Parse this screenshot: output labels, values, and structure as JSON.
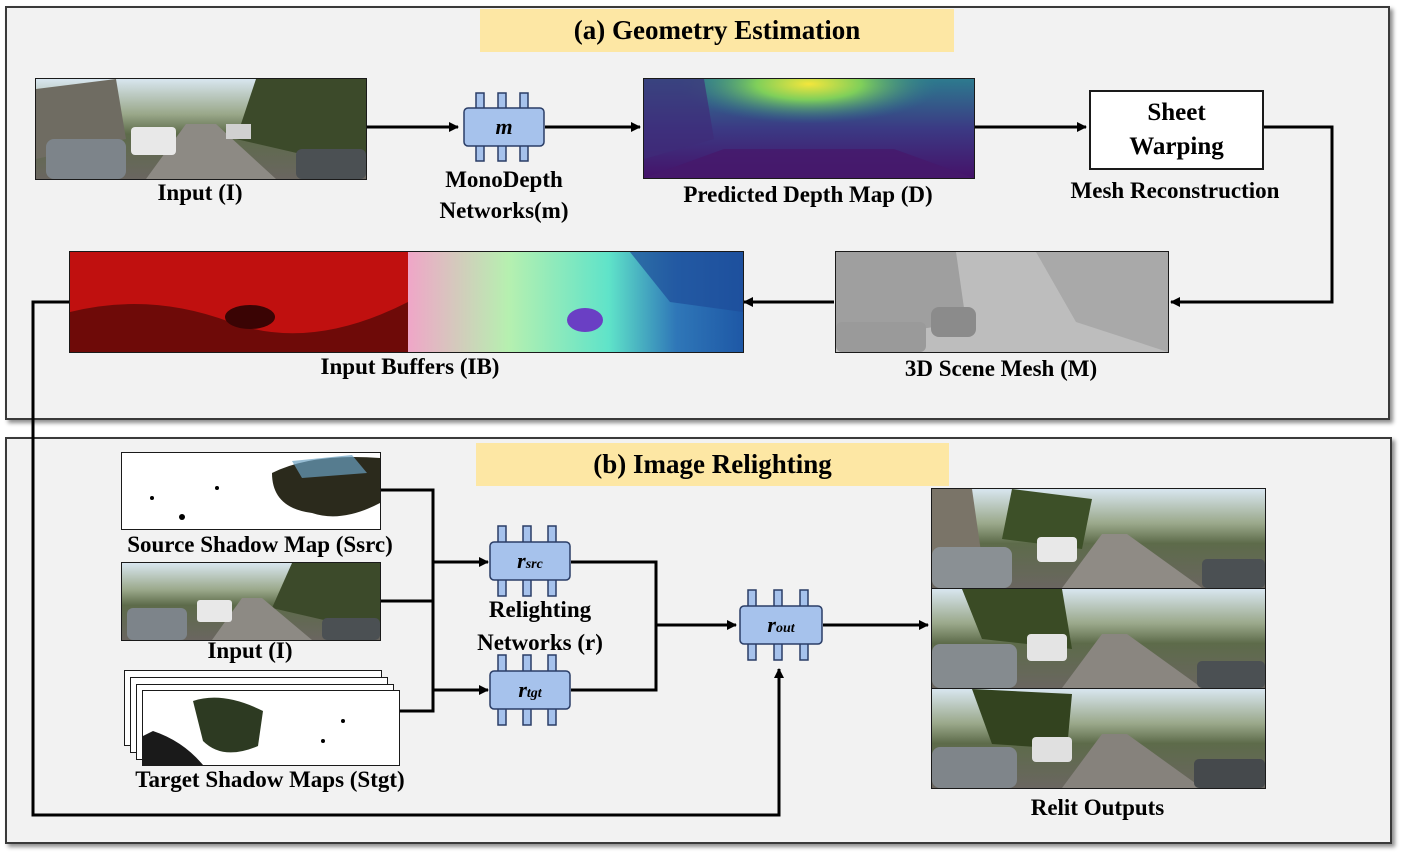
{
  "geometry_section": {
    "title": "(a) Geometry Estimation",
    "input_label": "Input (I)",
    "net_symbol": "m",
    "net_label_line1": "MonoDepth",
    "net_label_line2": "Networks(m)",
    "depth_label": "Predicted Depth Map (D)",
    "warp_line1": "Sheet",
    "warp_line2": "Warping",
    "mesh_recon_label": "Mesh Reconstruction",
    "mesh_label": "3D Scene Mesh (M)",
    "buffers_label": "Input Buffers (IB)"
  },
  "relighting_section": {
    "title": "(b) Image Relighting",
    "source_shadow_label": "Source Shadow Map (Ssrc)",
    "input_label": "Input (I)",
    "target_shadow_label": "Target Shadow Maps (Stgt)",
    "r_src_main": "r",
    "r_src_sub": "src",
    "r_tgt_main": "r",
    "r_tgt_sub": "tgt",
    "r_out_main": "r",
    "r_out_sub": "out",
    "relight_label_line1": "Relighting",
    "relight_label_line2": "Networks (r)",
    "outputs_label": "Relit Outputs"
  },
  "colors": {
    "panel_bg": "#f2f2f2",
    "title_bg": "#fde7a4",
    "network_fill": "#a6c2ec",
    "network_stroke": "#2a3d66"
  }
}
